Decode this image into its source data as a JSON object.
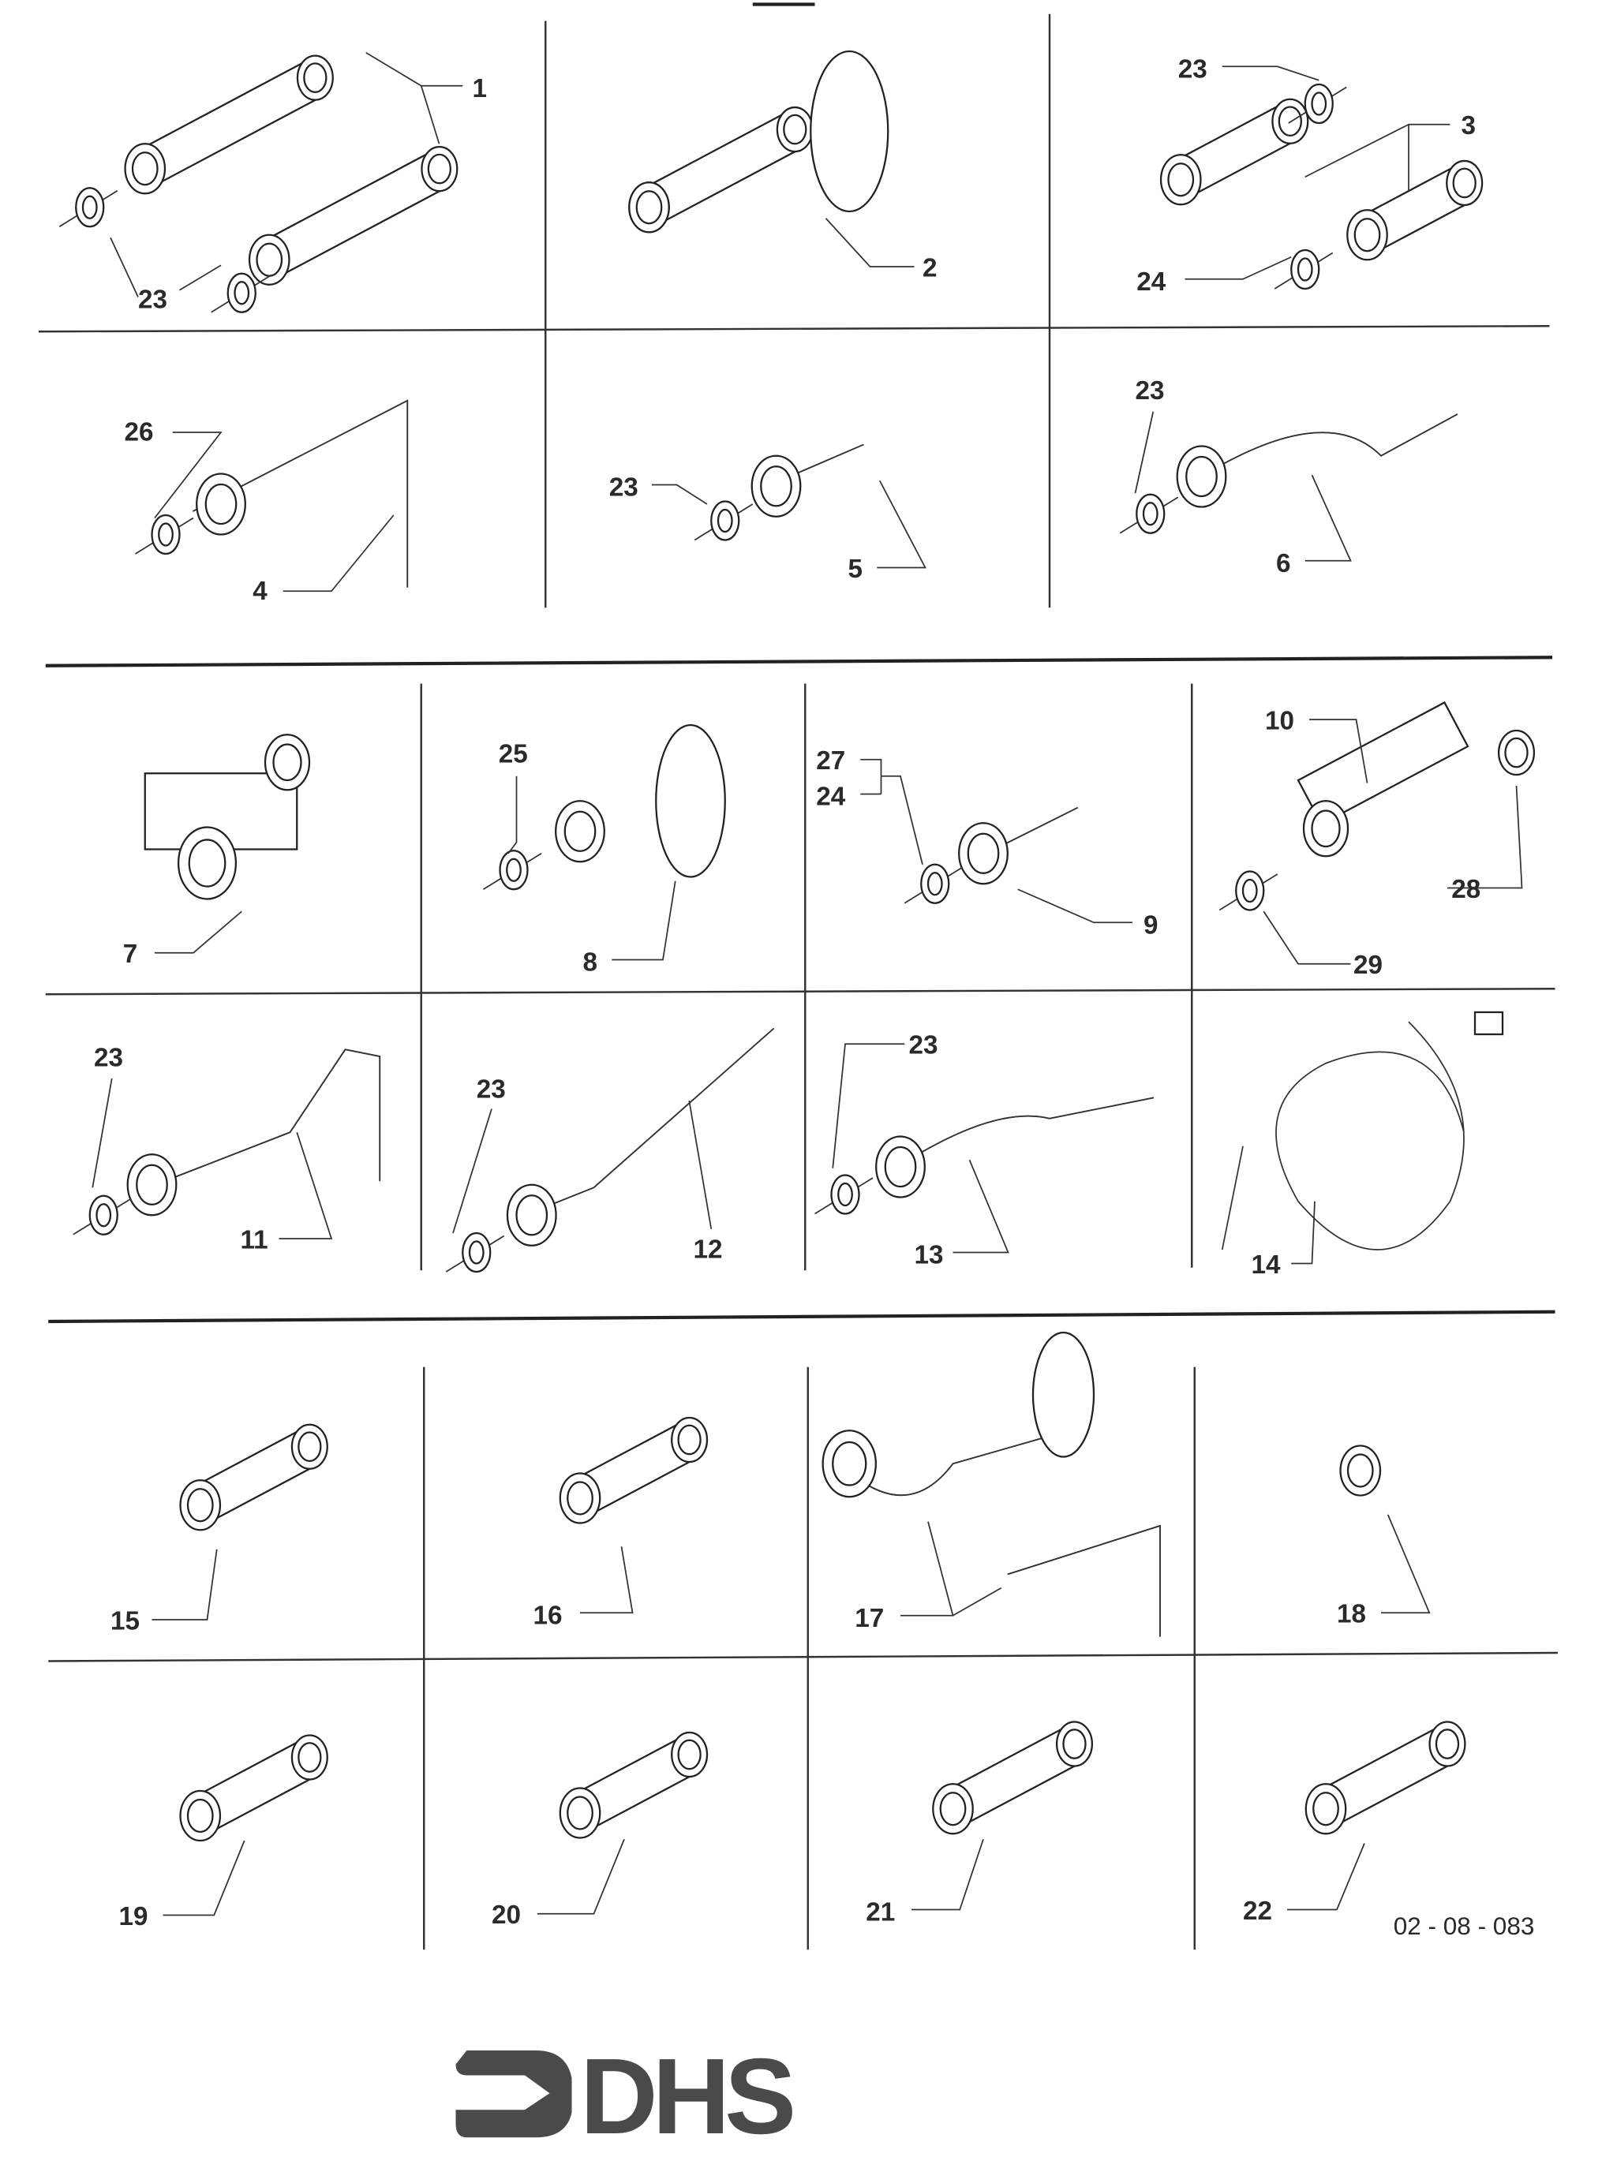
{
  "document": {
    "drawing_code": "02 - 08 - 083",
    "logo_text": "DHS"
  },
  "labels": [
    "1",
    "23",
    "2",
    "23",
    "3",
    "24",
    "26",
    "4",
    "23",
    "5",
    "23",
    "6",
    "7",
    "25",
    "8",
    "27",
    "24",
    "9",
    "10",
    "28",
    "29",
    "23",
    "11",
    "23",
    "12",
    "23",
    "13",
    "14",
    "15",
    "16",
    "17",
    "18",
    "19",
    "20",
    "21",
    "22"
  ]
}
